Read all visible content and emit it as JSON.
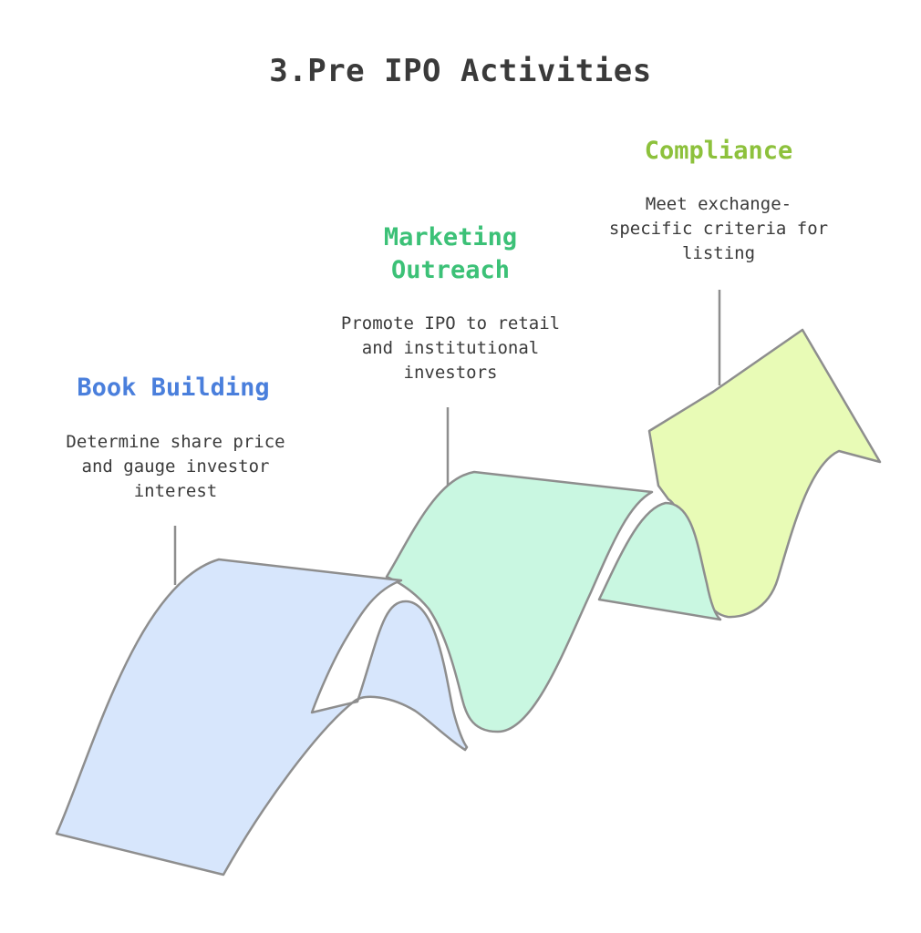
{
  "title": "3.Pre IPO Activities",
  "steps": [
    {
      "title": "Book Building",
      "description": "Determine share price\nand gauge investor\ninterest",
      "title_color": "#4a7fdc",
      "fill": "#d7e6fc"
    },
    {
      "title": "Marketing\nOutreach",
      "description": "Promote IPO to retail\nand institutional\ninvestors",
      "title_color": "#3cc177",
      "fill": "#c9f7e1"
    },
    {
      "title": "Compliance",
      "description": "Meet exchange-\nspecific criteria for\nlisting",
      "title_color": "#8dc13c",
      "fill": "#e8fbb6"
    }
  ],
  "stroke": "#8e8e8e"
}
